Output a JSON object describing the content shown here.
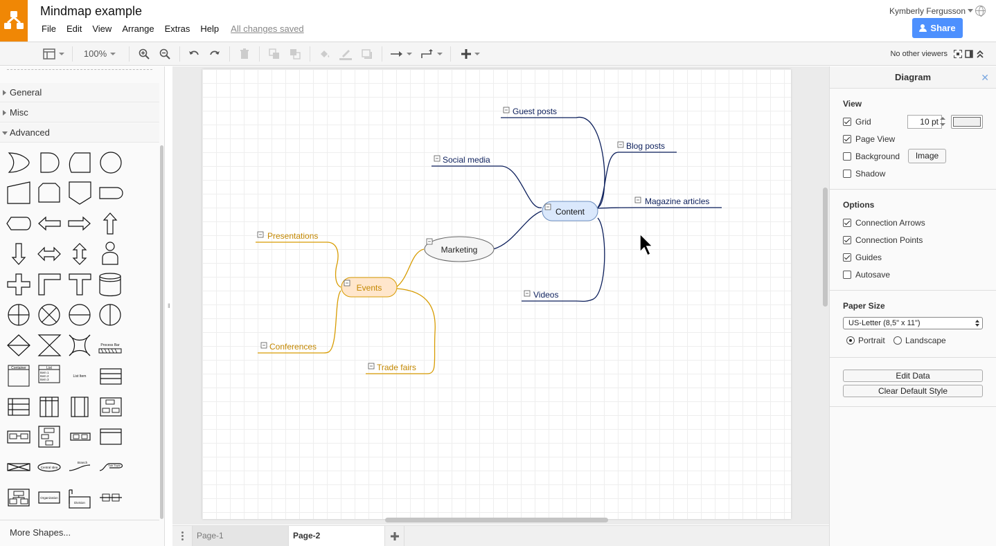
{
  "app": {
    "title": "Mindmap example",
    "menu": [
      "File",
      "Edit",
      "View",
      "Arrange",
      "Extras",
      "Help"
    ],
    "save_status": "All changes saved",
    "user": "Kymberly Fergusson",
    "share_label": "Share",
    "brand_color": "#f08705",
    "accent_color": "#4d90fe"
  },
  "toolbar": {
    "zoom": "100%",
    "viewers": "No other viewers"
  },
  "sidebar": {
    "sections": [
      "General",
      "Misc",
      "Advanced"
    ],
    "shape_labels": {
      "process_bar": "Process Bar",
      "container": "Container",
      "list": "List",
      "list_items": [
        "Item 1",
        "Item 2",
        "Item 3"
      ],
      "list_item": "List Item",
      "central_idea": "Central Idea",
      "branch": "Branch",
      "sub_topic": "Sub Topic",
      "organization": "Organization",
      "division": "Division"
    },
    "more_shapes": "More Shapes..."
  },
  "diagram": {
    "root": "Content",
    "center": "Marketing",
    "events": "Events",
    "content_children": [
      "Guest posts",
      "Blog posts",
      "Social media",
      "Magazine articles",
      "Videos"
    ],
    "event_children": [
      "Presentations",
      "Conferences",
      "Trade fairs"
    ],
    "colors": {
      "content_stroke": "#0b1e5b",
      "content_fill": "#dae8fc",
      "events_stroke": "#d79b00",
      "events_fill": "#ffe6cc",
      "events_text": "#c38700",
      "marketing_fill": "#f5f5f5"
    }
  },
  "pages": [
    "Page-1",
    "Page-2"
  ],
  "format_panel": {
    "title": "Diagram",
    "view": {
      "heading": "View",
      "grid": {
        "label": "Grid",
        "checked": true,
        "size": "10 pt"
      },
      "page_view": {
        "label": "Page View",
        "checked": true
      },
      "background": {
        "label": "Background",
        "checked": false,
        "button": "Image"
      },
      "shadow": {
        "label": "Shadow",
        "checked": false
      }
    },
    "options": {
      "heading": "Options",
      "items": [
        {
          "label": "Connection Arrows",
          "checked": true
        },
        {
          "label": "Connection Points",
          "checked": true
        },
        {
          "label": "Guides",
          "checked": true
        },
        {
          "label": "Autosave",
          "checked": false
        }
      ]
    },
    "paper": {
      "heading": "Paper Size",
      "size": "US-Letter (8,5\" x 11\")",
      "portrait": "Portrait",
      "landscape": "Landscape",
      "orientation": "Portrait"
    },
    "buttons": [
      "Edit Data",
      "Clear Default Style"
    ]
  }
}
